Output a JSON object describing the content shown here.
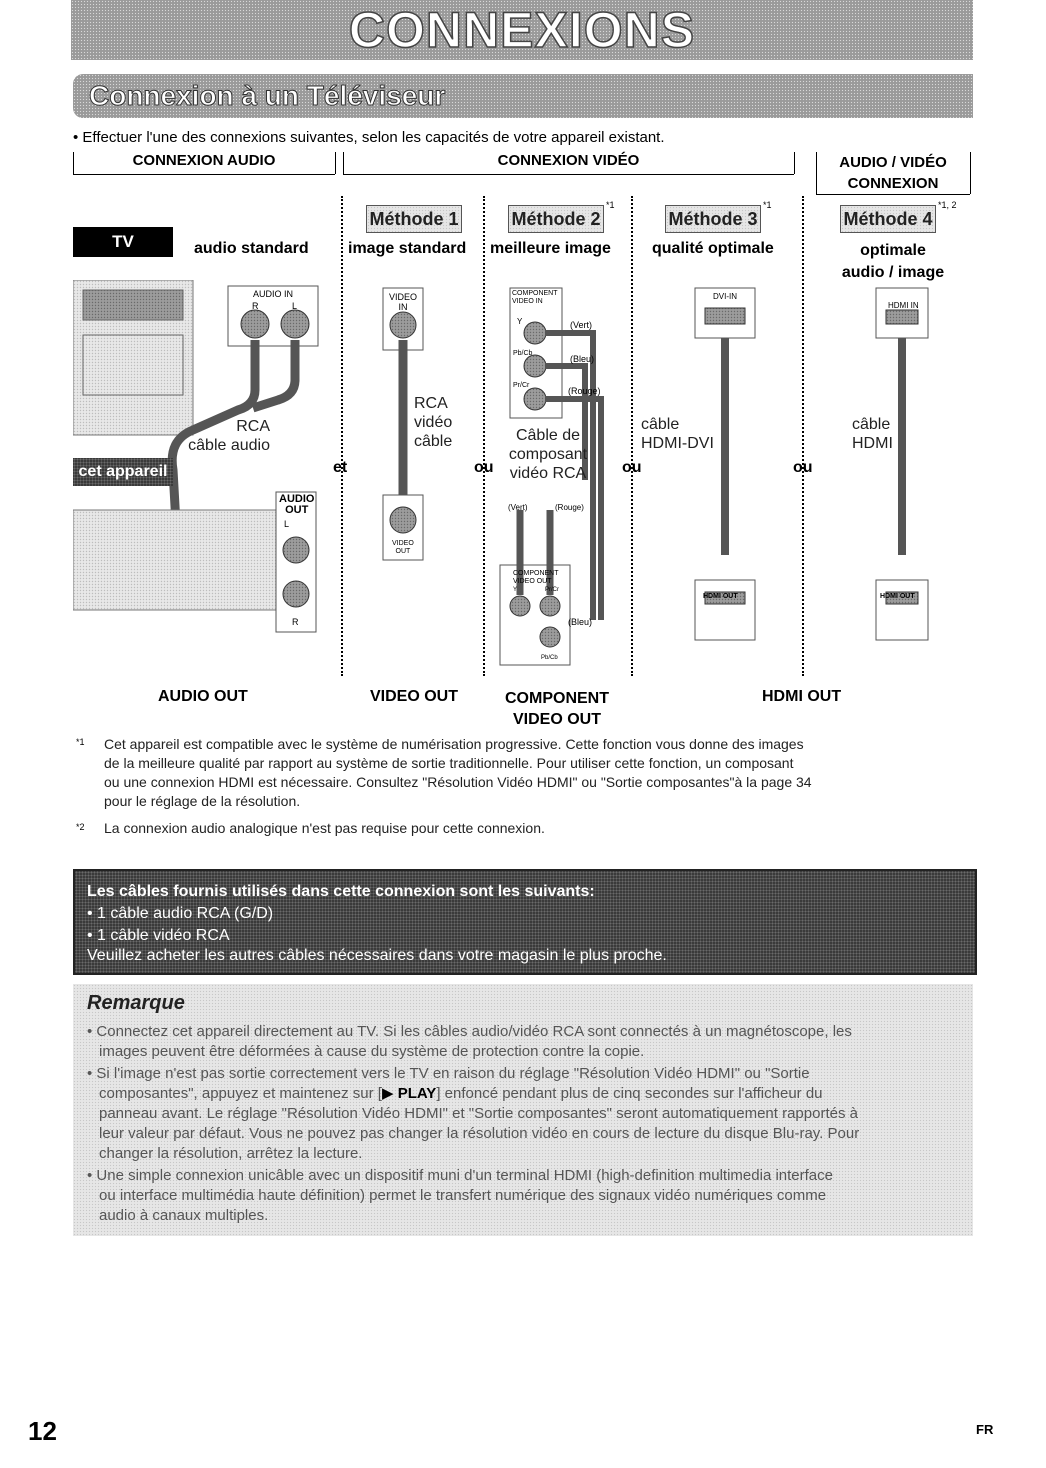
{
  "title": "CONNEXIONS",
  "subtitle": "Connexion à un Téléviseur",
  "intro": "• Effectuer l'une des connexions suivantes, selon les capacités de votre appareil existant.",
  "headers": {
    "audio": "CONNEXION AUDIO",
    "video": "CONNEXION VIDÉO",
    "av_line1": "AUDIO / VIDÉO",
    "av_line2": "CONNEXION"
  },
  "methods": [
    {
      "label": "Méthode 1",
      "sup": "",
      "quality": "image standard"
    },
    {
      "label": "Méthode 2",
      "sup": "*1",
      "quality": "meilleure image"
    },
    {
      "label": "Méthode 3",
      "sup": "*1",
      "quality": "qualité optimale"
    },
    {
      "label": "Méthode 4",
      "sup": "*1, 2",
      "quality_line1": "optimale",
      "quality_line2": "audio / image"
    }
  ],
  "tv_badge": "TV",
  "device_badge": "cet appareil",
  "audio_quality": "audio standard",
  "connectors": {
    "audio_in": "AUDIO IN",
    "r": "R",
    "l": "L",
    "video_in_line1": "VIDEO",
    "video_in_line2": "IN",
    "component_in_line1": "COMPONENT",
    "component_in_line2": "VIDEO IN",
    "y": "Y",
    "pb": "Pb/Cb",
    "pr": "Pr/Cr",
    "vert": "(Vert)",
    "bleu": "(Bleu)",
    "rouge": "(Rouge)",
    "dvi_in": "DVI-IN",
    "hdmi_in": "HDMI IN",
    "audio_out_line1": "AUDIO",
    "audio_out_line2": "OUT",
    "video_out_line1": "VIDEO",
    "video_out_line2": "OUT",
    "component_out_line1": "COMPONENT",
    "component_out_line2": "VIDEO OUT",
    "component_out_y": "Y",
    "component_out_pr": "Pr/Cr",
    "component_out_pb": "Pb/Cb",
    "hdmi_out": "HDMI OUT"
  },
  "cables": {
    "audio_line1": "RCA",
    "audio_line2": "câble audio",
    "video_line1": "RCA",
    "video_line2": "vidéo",
    "video_line3": "câble",
    "component_line1": "Câble de",
    "component_line2": "composant",
    "component_line3": "vidéo RCA",
    "dvi_line1": "câble",
    "dvi_line2": "HDMI-DVI",
    "hdmi_line1": "câble",
    "hdmi_line2": "HDMI"
  },
  "connectives": {
    "et": "et",
    "ou1": "ou",
    "ou2": "ou",
    "ou3": "ou"
  },
  "bottom_labels": {
    "audio_out": "AUDIO OUT",
    "video_out": "VIDEO OUT",
    "component_line1": "COMPONENT",
    "component_line2": "VIDEO OUT",
    "hdmi_out": "HDMI OUT"
  },
  "notes": [
    {
      "mark": "*1",
      "lines": [
        "Cet appareil est compatible avec le système de numérisation progressive. Cette fonction vous donne des images",
        "de la meilleure qualité par rapport au système de sortie traditionnelle. Pour utiliser cette fonction, un composant",
        "ou une connexion HDMI est nécessaire. Consultez \"Résolution Vidéo HDMI\" ou \"Sortie composantes\"à la page 34",
        "pour le réglage de la résolution."
      ]
    },
    {
      "mark": "*2",
      "lines": [
        "La connexion audio analogique n'est pas requise pour cette connexion."
      ]
    }
  ],
  "supplied": {
    "heading": "Les câbles fournis utilisés dans cette connexion sont les suivants:",
    "item1": "• 1 câble audio RCA (G/D)",
    "item2": "• 1 câble vidéo RCA",
    "footer": "Veuillez acheter les autres câbles nécessaires dans votre magasin le plus proche."
  },
  "remarque": {
    "title": "Remarque",
    "b1_l1": "• Connectez cet appareil directement au TV. Si les câbles audio/vidéo RCA sont connectés à un magnétoscope, les",
    "b1_l2": "images peuvent être déformées à cause du système de protection contre la copie.",
    "b2_l1": "• Si l'image n'est pas sortie correctement vers le TV en raison du réglage \"Résolution Vidéo HDMI\" ou \"Sortie",
    "b2_l2a": "composantes\", appuyez et maintenez sur [",
    "b2_play": "▶ PLAY",
    "b2_l2b": "] enfoncé pendant plus de cinq secondes sur l'afficheur du",
    "b2_l3": "panneau avant. Le réglage \"Résolution Vidéo HDMI\" et \"Sortie composantes\" seront automatiquement rapportés à",
    "b2_l4": "leur valeur par défaut. Vous ne pouvez pas changer la résolution vidéo en cours de lecture du disque Blu-ray. Pour",
    "b2_l5": "changer la résolution, arrêtez la lecture.",
    "b3_l1": "• Une simple connexion unicâble avec un dispositif muni d'un terminal HDMI (high-definition multimedia interface",
    "b3_l2": "ou interface multimédia haute définition) permet le transfert numérique des signaux vidéo numériques comme",
    "b3_l3": "audio à canaux multiples."
  },
  "page_number": "12",
  "lang": "FR"
}
